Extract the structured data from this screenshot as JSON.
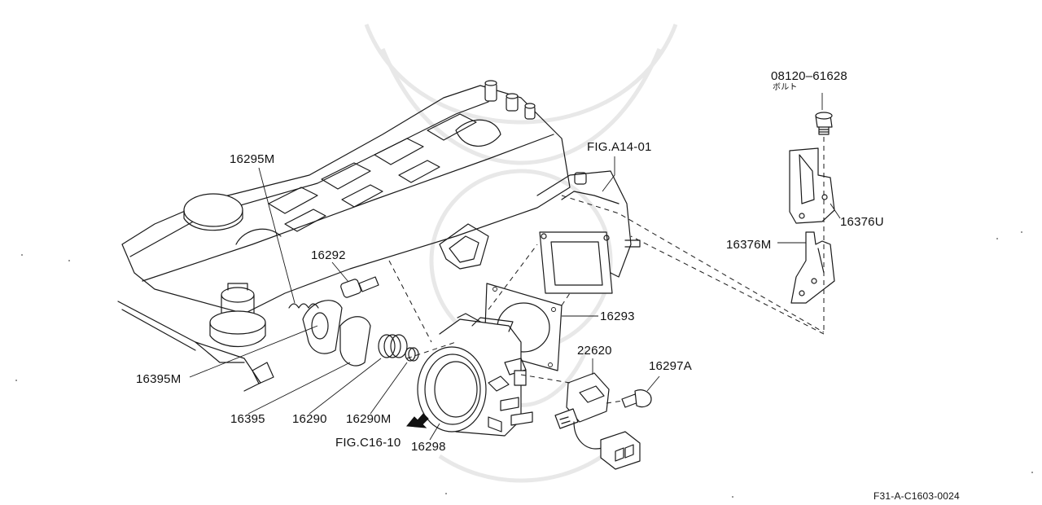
{
  "labels": {
    "p08120_61628": "08120–61628",
    "bolt_jp": "ボルト",
    "fig_a14_01": "FIG.A14-01",
    "p16295m": "16295M",
    "p16292": "16292",
    "p16376u": "16376U",
    "p16376m": "16376M",
    "p16293": "16293",
    "p22620": "22620",
    "p16297a": "16297A",
    "p16395m": "16395M",
    "p16395": "16395",
    "p16290": "16290",
    "p16290m": "16290M",
    "fig_c16_10": "FIG.C16-10",
    "p16298": "16298",
    "diagram_ref": "F31-A-C1603-0024"
  }
}
